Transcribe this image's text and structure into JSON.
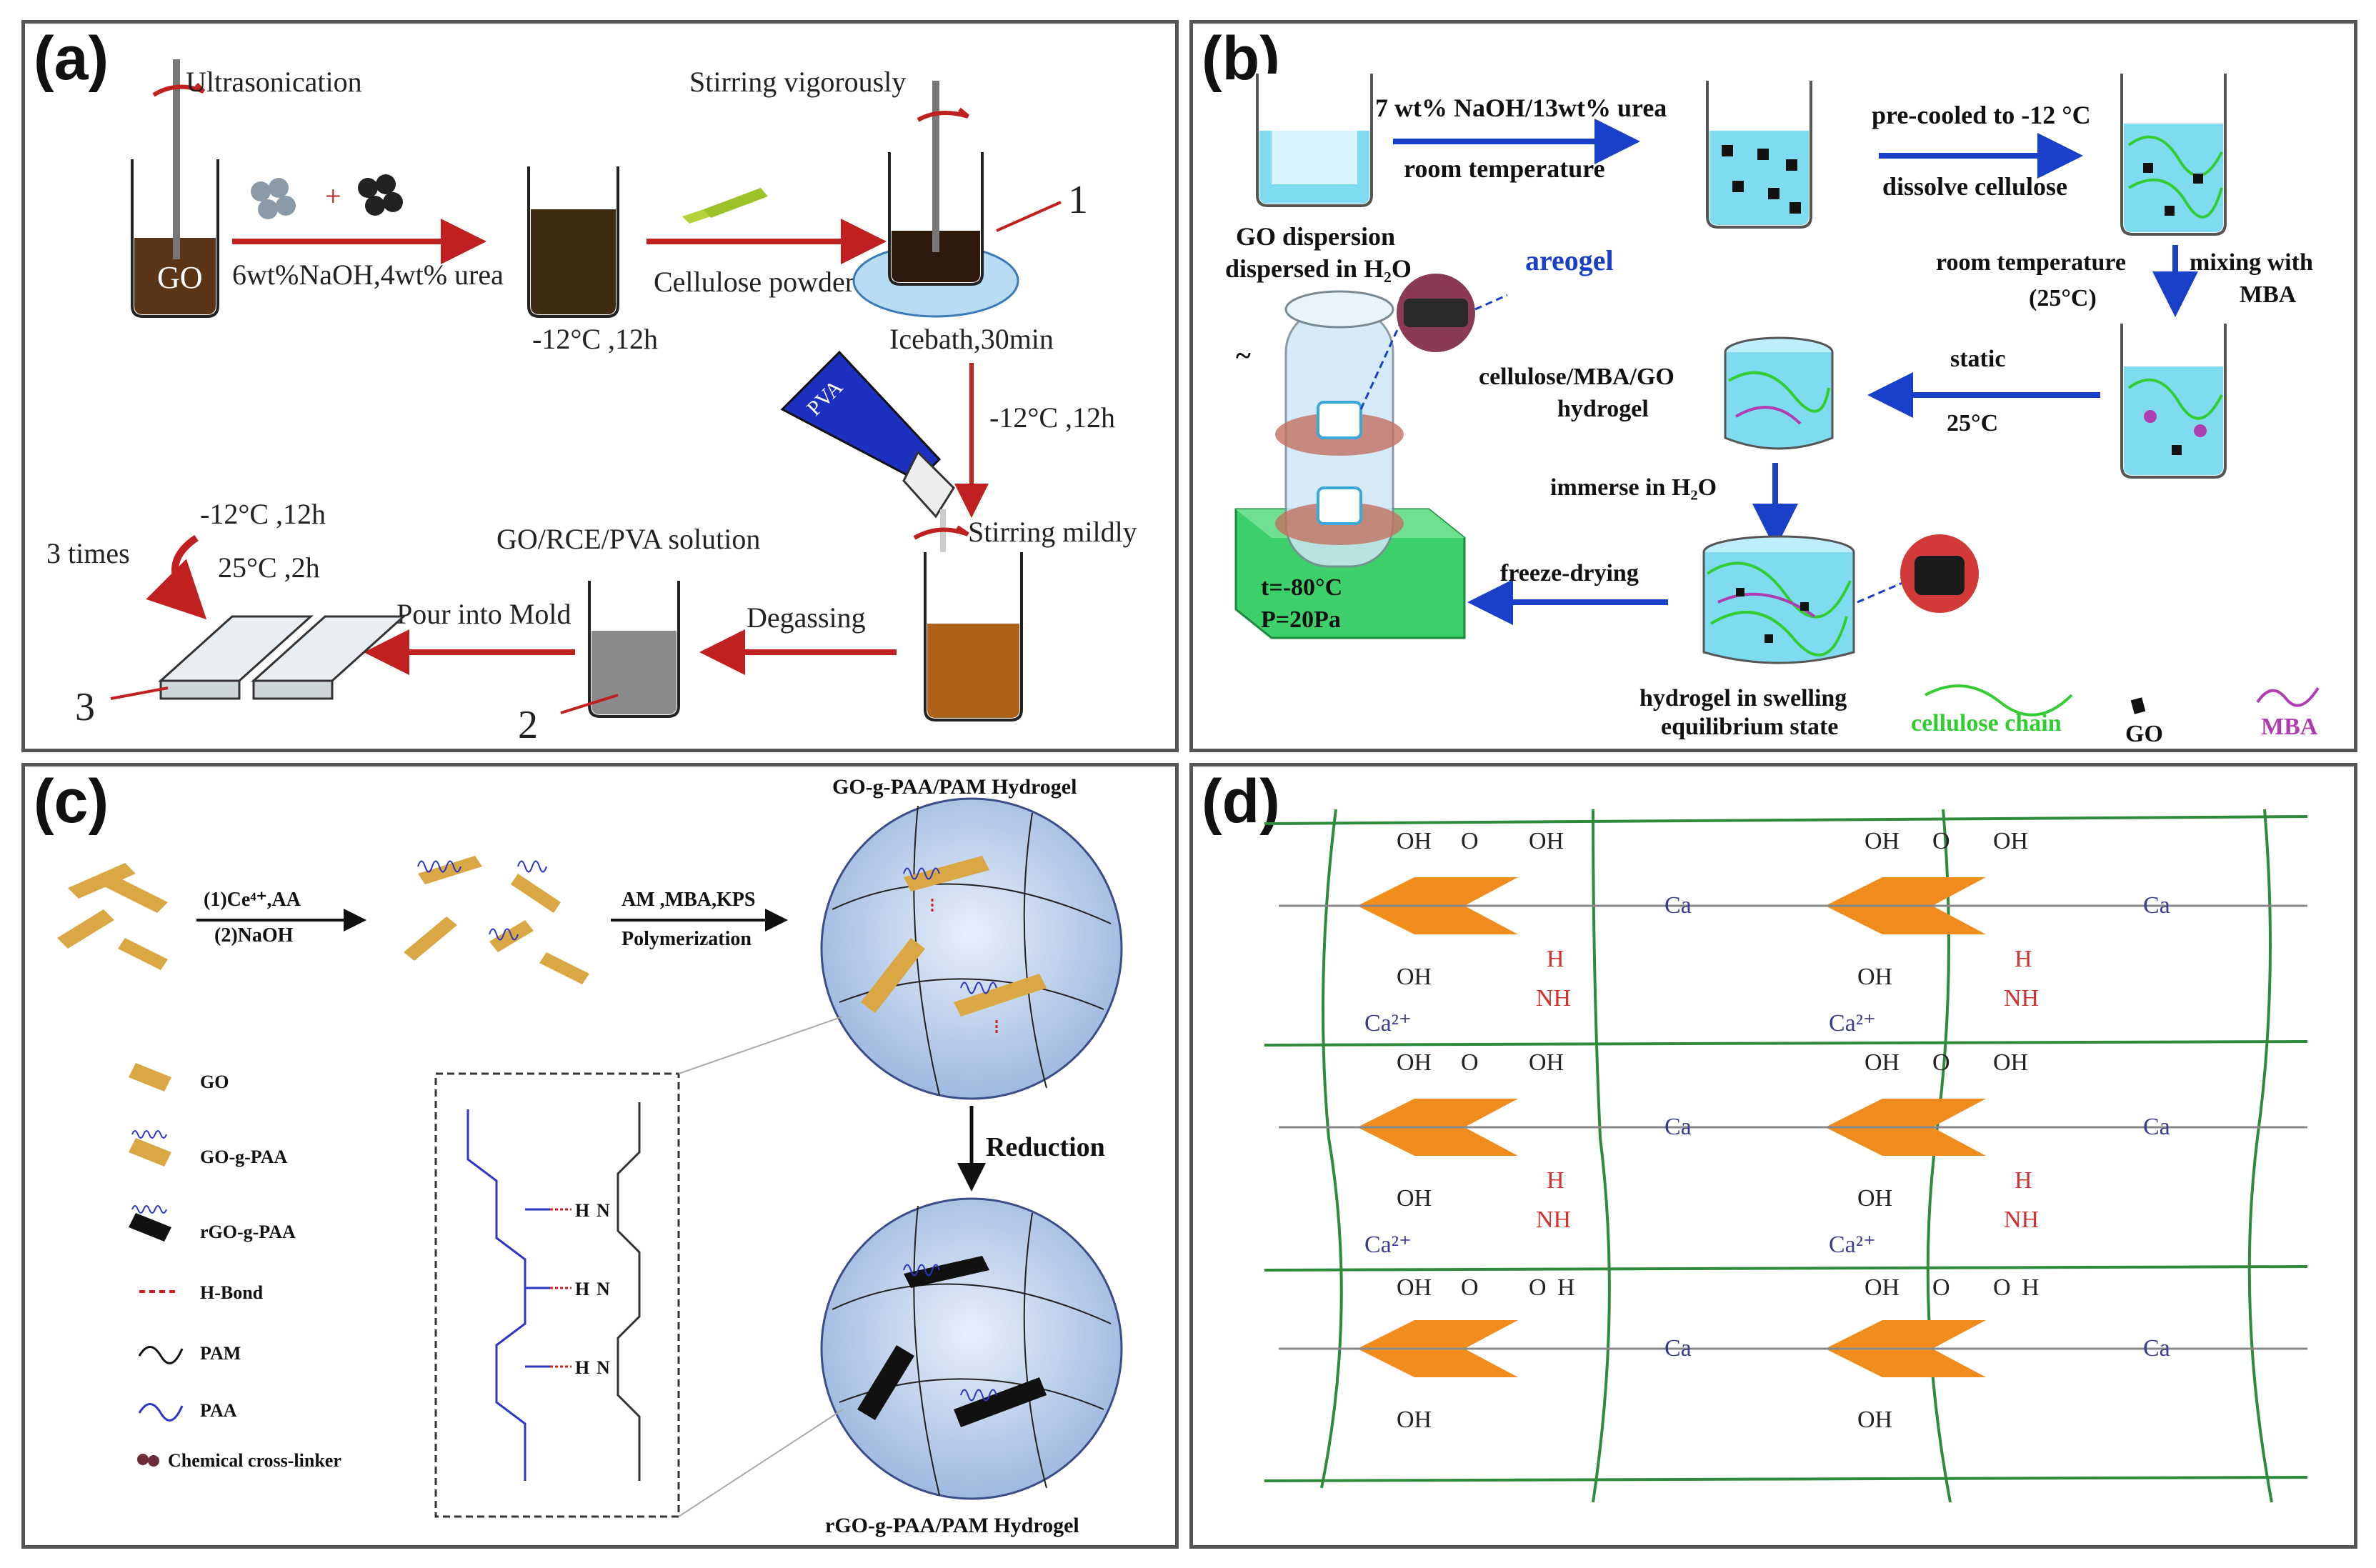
{
  "panel_a": {
    "label": "(a)",
    "ultrasonication": "Ultrasonication",
    "go": "GO",
    "plus": "+",
    "naoh_urea": "6wt%NaOH,4wt% urea",
    "cond1": "-12°C ,12h",
    "stirring_vigorously": "Stirring vigorously",
    "cellulose_powder": "Cellulose powder",
    "icebath": "Icebath,30min",
    "num1": "1",
    "pva": "PVA",
    "cond2": "-12°C ,12h",
    "stirring_mildly": "Stirring mildly",
    "degassing": "Degassing",
    "solution": "GO/RCE/PVA solution",
    "num2": "2",
    "pour": "Pour into Mold",
    "cond3a": "-12°C ,12h",
    "cond3b": "25°C ,2h",
    "times": "3 times",
    "num3": "3"
  },
  "panel_b": {
    "label": "(b)",
    "step1_top": "7 wt% NaOH/13wt% urea",
    "step1_bottom": "room temperature",
    "step2_top": "pre-cooled to -12 °C",
    "step2_bottom": "dissolve cellulose",
    "go_disp_1": "GO dispersion",
    "go_disp_2": "dispersed in H₂O",
    "areogel": "areogel",
    "room_temp": "room temperature",
    "temp25": "(25°C)",
    "mixing1": "mixing with",
    "mixing2": "MBA",
    "hydrogel1": "cellulose/MBA/GO",
    "hydrogel2": "hydrogel",
    "static": "static",
    "static_temp": "25°C",
    "immerse": "immerse in H₂O",
    "freeze": "freeze-drying",
    "temp_low": "t=-80°C",
    "pressure": "P=20Pa",
    "swelling1": "hydrogel in swelling",
    "swelling2": "equilibrium state",
    "legend_cellulose": "cellulose chain",
    "legend_go": "GO",
    "legend_mba": "MBA",
    "colors": {
      "arrow": "#1a3fc9",
      "cellulose": "#33cc33",
      "mba": "#b03db0",
      "water": "#7fdcf0"
    }
  },
  "panel_c": {
    "label": "(c)",
    "step1_top": "(1)Ce⁴⁺,AA",
    "step1_bottom": "(2)NaOH",
    "step2_top": "AM ,MBA,KPS",
    "step2_bottom": "Polymerization",
    "title_top": "GO-g-PAA/PAM Hydrogel",
    "reduction": "Reduction",
    "title_bottom": "rGO-g-PAA/PAM Hydrogel",
    "legend": [
      "GO",
      "GO-g-PAA",
      "rGO-g-PAA",
      "H-Bond",
      "PAM",
      "PAA",
      "Chemical cross-linker"
    ],
    "hbond": "H",
    "nh": "N",
    "colors": {
      "go": "#d9a845",
      "rgo": "#111111",
      "sphere": "#bcd0ee",
      "hbond": "#d62020",
      "paa": "#2b35c6"
    }
  },
  "panel_d": {
    "label": "(d)",
    "oh": "OH",
    "o": "O",
    "ca": "Ca",
    "ca_sup": "2",
    "ca_plus": "Ca²⁺",
    "nh": "NH",
    "h": "H",
    "colors": {
      "sheet": "#f08c1e",
      "chain": "#2f8a3c",
      "bond": "#3c3c8c",
      "hbond": "#d43030"
    }
  }
}
